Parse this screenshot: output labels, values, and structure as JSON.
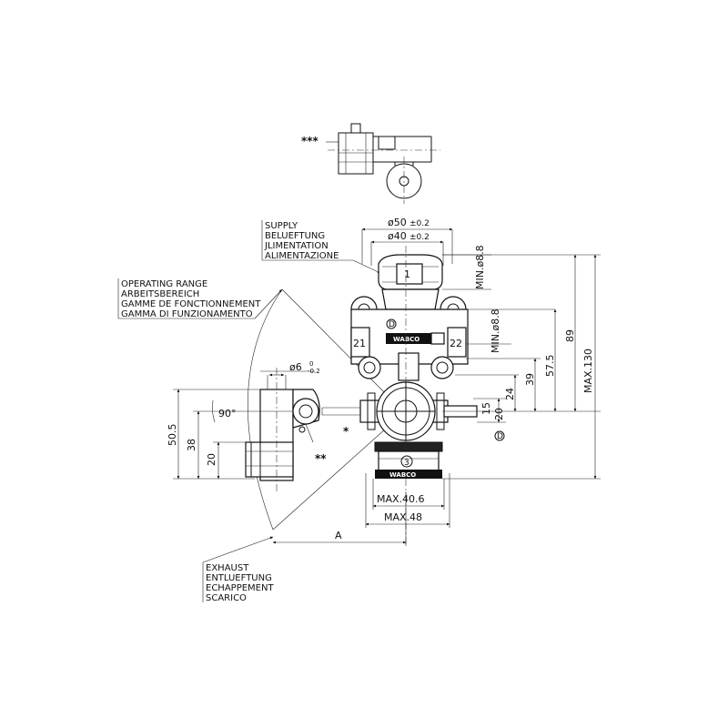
{
  "labels": {
    "supply": [
      "SUPPLY",
      "BELUEFTUNG",
      "JLIMENTATION",
      "ALIMENTAZIONE"
    ],
    "operating_range": [
      "OPERATING RANGE",
      "ARBEITSBEREICH",
      "GAMME DE FONCTIONNEMENT",
      "GAMMA DI FUNZIONAMENTO"
    ],
    "exhaust": [
      "EXHAUST",
      "ENTLUEFTUNG",
      "ECHAPPEMENT",
      "SCARICO"
    ],
    "triple_star": "***",
    "double_star": "**",
    "single_star": "*",
    "brand": "WABCO"
  },
  "ports": {
    "p1": "1",
    "p21": "21",
    "p22": "22",
    "p3": "3",
    "d_top": "D",
    "d_right": "D"
  },
  "dimensions": {
    "dia50": "ø50",
    "dia50_tol": "±0.2",
    "dia40": "ø40",
    "dia40_tol": "±0.2",
    "min88_a": "MIN.ø8.8",
    "min88_b": "MIN.ø8.8",
    "d89": "89",
    "max130": "MAX.130",
    "d57_5": "57.5",
    "d39": "39",
    "d24": "24",
    "d15": "15",
    "d20_right": "20",
    "dia6": "ø6",
    "dia6_tol_upper": "0",
    "dia6_tol_lower": "-0.2",
    "angle90": "90°",
    "d50_5": "50.5",
    "d38": "38",
    "d20_left": "20",
    "max40_6": "MAX.40.6",
    "max48": "MAX.48",
    "a": "A"
  },
  "colors": {
    "line": "#111111",
    "background": "#ffffff"
  }
}
